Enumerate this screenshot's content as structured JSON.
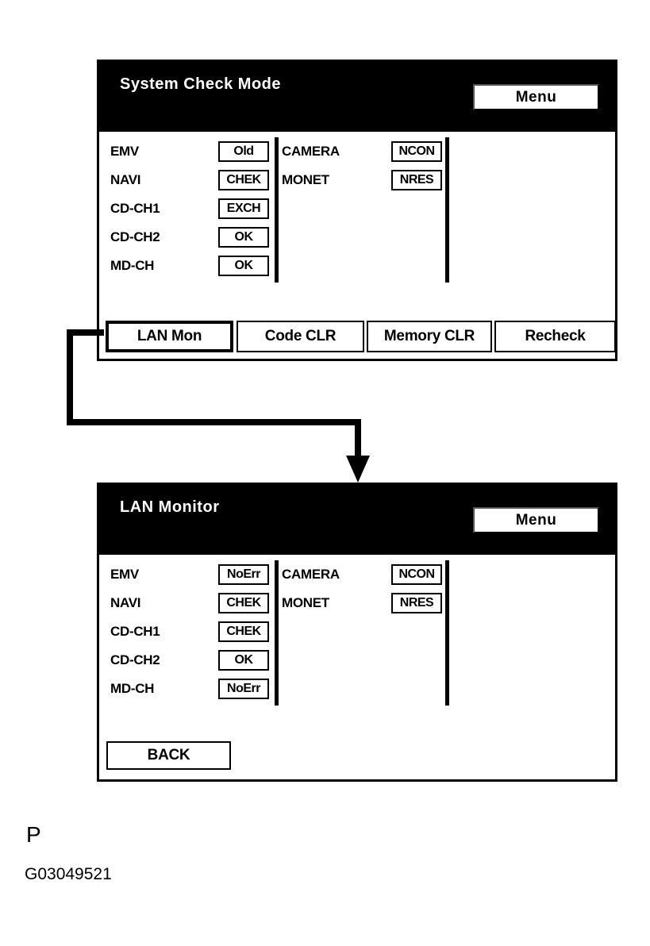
{
  "screens": [
    {
      "title": "System Check Mode",
      "menu_label": "Menu",
      "left_items": [
        {
          "label": "EMV",
          "status": "Old"
        },
        {
          "label": "NAVI",
          "status": "CHEK"
        },
        {
          "label": "CD-CH1",
          "status": "EXCH"
        },
        {
          "label": "CD-CH2",
          "status": "OK"
        },
        {
          "label": "MD-CH",
          "status": "OK"
        }
      ],
      "right_items": [
        {
          "label": "CAMERA",
          "status": "NCON"
        },
        {
          "label": "MONET",
          "status": "NRES"
        }
      ],
      "buttons": [
        {
          "label": "LAN Mon",
          "highlighted": true
        },
        {
          "label": "Code CLR"
        },
        {
          "label": "Memory CLR"
        },
        {
          "label": "Recheck"
        }
      ]
    },
    {
      "title": "LAN Monitor",
      "menu_label": "Menu",
      "left_items": [
        {
          "label": "EMV",
          "status": "NoErr"
        },
        {
          "label": "NAVI",
          "status": "CHEK"
        },
        {
          "label": "CD-CH1",
          "status": "CHEK"
        },
        {
          "label": "CD-CH2",
          "status": "OK"
        },
        {
          "label": "MD-CH",
          "status": "NoErr"
        }
      ],
      "right_items": [
        {
          "label": "CAMERA",
          "status": "NCON"
        },
        {
          "label": "MONET",
          "status": "NRES"
        }
      ],
      "buttons": [
        {
          "label": "BACK"
        }
      ]
    }
  ],
  "footer": {
    "page_letter": "P",
    "figure_id": "G03049521"
  },
  "colors": {
    "header_bg": "#000000",
    "body_bg": "#ffffff",
    "text": "#000000",
    "header_text": "#ffffff"
  }
}
